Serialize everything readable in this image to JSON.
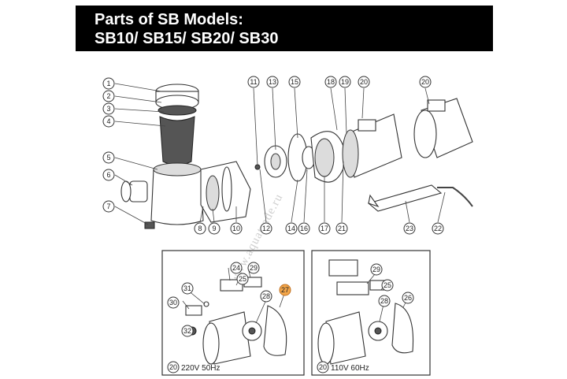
{
  "header": {
    "title_line_1": "Parts of SB  Models:",
    "title_line_2": "SB10/ SB15/ SB20/ SB30"
  },
  "watermark": "www.aquatrade.ru",
  "colors": {
    "banner": "#000000",
    "banner_text": "#ffffff",
    "highlight_callout": "#f3a64a"
  },
  "callouts_main": [
    "1",
    "2",
    "3",
    "4",
    "5",
    "6",
    "7",
    "8",
    "9",
    "10",
    "11",
    "12",
    "13",
    "14",
    "15",
    "16",
    "17",
    "18",
    "19",
    "20",
    "20",
    "21",
    "22",
    "23"
  ],
  "callouts_inset_left": [
    "24",
    "25",
    "27",
    "28",
    "29",
    "30",
    "31",
    "32"
  ],
  "callouts_inset_right": [
    "25",
    "26",
    "28",
    "29"
  ],
  "insets": [
    {
      "motor_label": "220V 50Hz",
      "motor_number": "20"
    },
    {
      "motor_label": "110V 60Hz",
      "motor_number": "20"
    }
  ]
}
